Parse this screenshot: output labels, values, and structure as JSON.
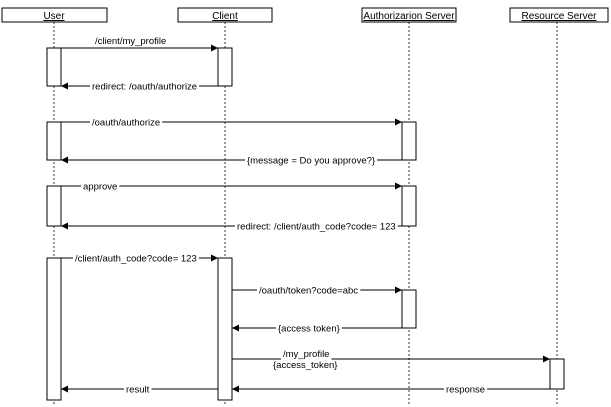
{
  "participants": [
    {
      "id": "user",
      "label": "User"
    },
    {
      "id": "client",
      "label": "Client"
    },
    {
      "id": "auth",
      "label": "Authorizarion Server"
    },
    {
      "id": "resource",
      "label": "Resource Server"
    }
  ],
  "messages": [
    {
      "from": "user",
      "to": "client",
      "lines": [
        "/client/my_profile"
      ]
    },
    {
      "from": "client",
      "to": "user",
      "lines": [
        "redirect: /oauth/authorize"
      ]
    },
    {
      "from": "user",
      "to": "auth",
      "lines": [
        "/oauth/authorize"
      ]
    },
    {
      "from": "auth",
      "to": "user",
      "lines": [
        "{message = Do you approve?}"
      ]
    },
    {
      "from": "user",
      "to": "auth",
      "lines": [
        "approve"
      ]
    },
    {
      "from": "auth",
      "to": "user",
      "lines": [
        "redirect: /client/auth_code?code= 123"
      ]
    },
    {
      "from": "user",
      "to": "client",
      "lines": [
        "/client/auth_code?code= 123"
      ]
    },
    {
      "from": "client",
      "to": "auth",
      "lines": [
        "/oauth/token?code=abc"
      ]
    },
    {
      "from": "auth",
      "to": "client",
      "lines": [
        "{access token}"
      ]
    },
    {
      "from": "client",
      "to": "resource",
      "lines": [
        "/my_profile",
        "{access_token}"
      ]
    },
    {
      "from": "resource",
      "to": "client",
      "lines": [
        "response"
      ]
    },
    {
      "from": "client",
      "to": "user",
      "lines": [
        "result"
      ]
    }
  ]
}
